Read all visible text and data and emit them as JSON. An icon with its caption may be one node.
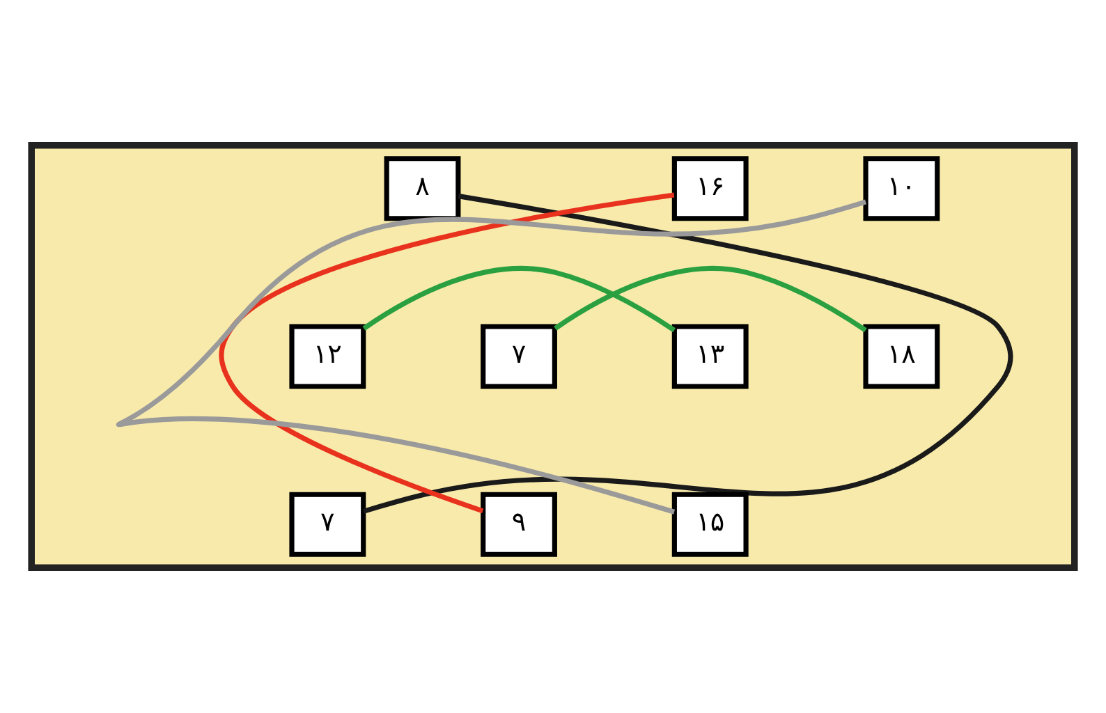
{
  "diagram": {
    "nodes": [
      {
        "text": [],
        "shape": "box"
      },
      {
        "text": [
          "۸"
        ],
        "in": 0
      },
      {
        "text": [
          "۱۶"
        ],
        "in": 0
      },
      {
        "text": [
          "۱۰"
        ],
        "in": 0
      },
      {
        "text": [
          "۱۲"
        ],
        "in": 0
      },
      {
        "text": [
          "۷"
        ],
        "in": 0
      },
      {
        "text": [
          "۱۳"
        ],
        "in": 0
      },
      {
        "text": [
          "۱۸"
        ],
        "in": 0
      },
      {
        "text": [
          "۷"
        ],
        "in": 0
      },
      {
        "text": [
          "۹"
        ],
        "in": 0
      },
      {
        "text": [
          "۱۵"
        ],
        "in": 0
      }
    ],
    "edges": [
      {
        "from": 1,
        "to": 8,
        "arrow": "none",
        "color": "#1a1a1a"
      },
      {
        "from": 2,
        "to": 9,
        "arrow": "none",
        "color": "#e8321e"
      },
      {
        "from": 3,
        "to": 10,
        "arrow": "none",
        "color": "#9a9a9a"
      },
      {
        "from": 4,
        "to": 6,
        "arrow": "none",
        "color": "#2aa040"
      },
      {
        "from": 5,
        "to": 7,
        "arrow": "none",
        "color": "#2aa040"
      }
    ]
  }
}
